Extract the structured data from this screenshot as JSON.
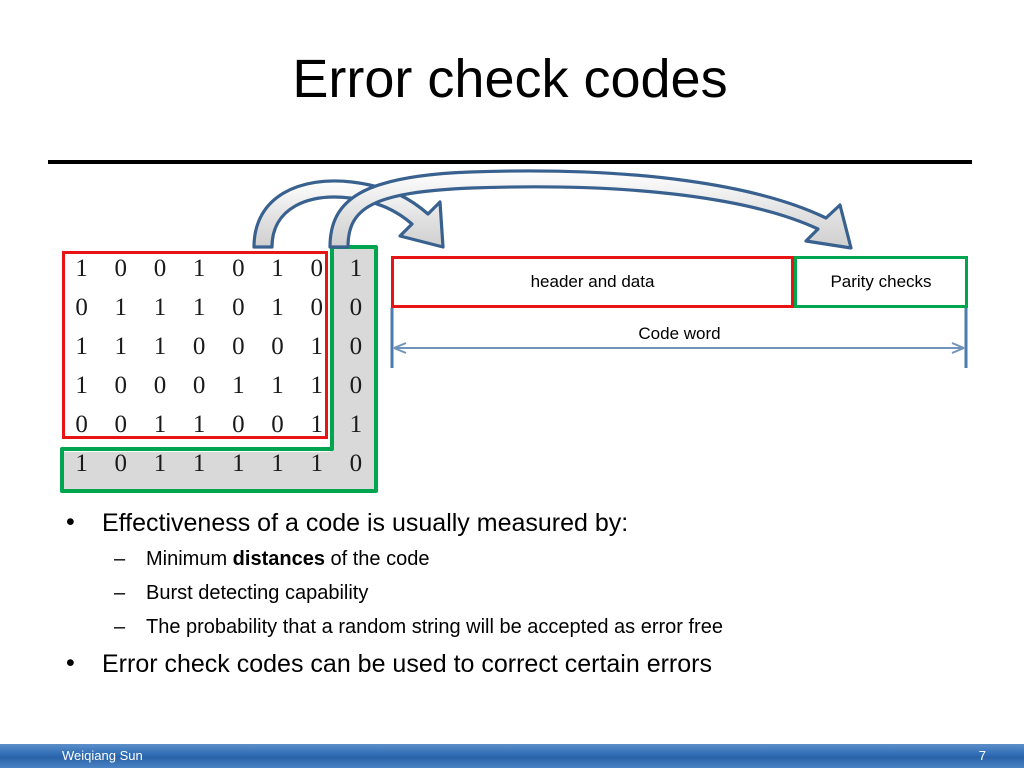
{
  "slide": {
    "title": "Error check codes",
    "page_number": "7",
    "author": "Weiqiang Sun",
    "colors": {
      "data_red": "#e81313",
      "parity_green": "#00a550",
      "arrow_blue": "#39618f",
      "shade_grey": "#d9d9d9",
      "footer_blue": "#2f6cb5"
    }
  },
  "matrix": {
    "data_rows": [
      [
        "1",
        "0",
        "0",
        "1",
        "0",
        "1",
        "0"
      ],
      [
        "0",
        "1",
        "1",
        "1",
        "0",
        "1",
        "0"
      ],
      [
        "1",
        "1",
        "1",
        "0",
        "0",
        "0",
        "1"
      ],
      [
        "1",
        "0",
        "0",
        "0",
        "1",
        "1",
        "1"
      ],
      [
        "0",
        "0",
        "1",
        "1",
        "0",
        "0",
        "1"
      ]
    ],
    "parity_column": [
      "1",
      "0",
      "0",
      "0",
      "1"
    ],
    "parity_row": [
      "1",
      "0",
      "1",
      "1",
      "1",
      "1",
      "1"
    ],
    "parity_corner": "0"
  },
  "codeword": {
    "header_label": "header and data",
    "parity_label": "Parity checks",
    "span_label": "Code word"
  },
  "bullets": {
    "b1": "Effectiveness of a code is usually measured by:",
    "s1_a": "Minimum ",
    "s1_bold": "distances",
    "s1_b": " of the code",
    "s2": "Burst detecting capability",
    "s3": "The probability that a random string will be accepted as error free",
    "b2": "Error check codes can be used to correct certain errors"
  }
}
